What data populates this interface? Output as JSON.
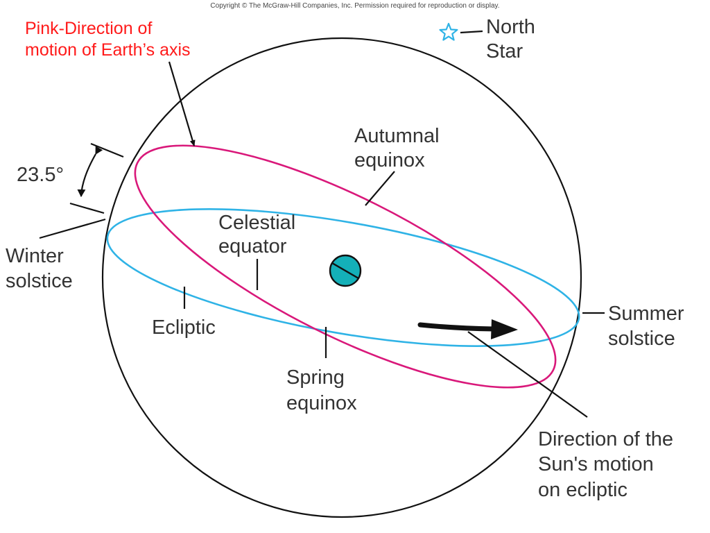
{
  "copyright": "Copyright © The McGraw-Hill Companies, Inc. Permission required for reproduction or display.",
  "labels": {
    "pink_note_line1": "Pink-Direction of",
    "pink_note_line2": "motion of Earth’s axis",
    "north_line1": "North",
    "north_line2": "Star",
    "autumnal_line1": "Autumnal",
    "autumnal_line2": "equinox",
    "angle": "23.5°",
    "celestial_line1": "Celestial",
    "celestial_line2": "equator",
    "winter_line1": "Winter",
    "winter_line2": "solstice",
    "ecliptic": "Ecliptic",
    "summer_line1": "Summer",
    "summer_line2": "solstice",
    "spring_line1": "Spring",
    "spring_line2": "equinox",
    "sun_dir_line1": "Direction of the",
    "sun_dir_line2": "Sun's motion",
    "sun_dir_line3": "on ecliptic"
  },
  "colors": {
    "pink_circle": "#d9187a",
    "blue_circle": "#2fb3e6",
    "earth_fill": "#14b0b8",
    "north_star": "#2fb3e6",
    "annotation_red": "#ff1a1a",
    "outline": "#111111"
  },
  "icons": {
    "north_star": "star-outline-icon"
  }
}
